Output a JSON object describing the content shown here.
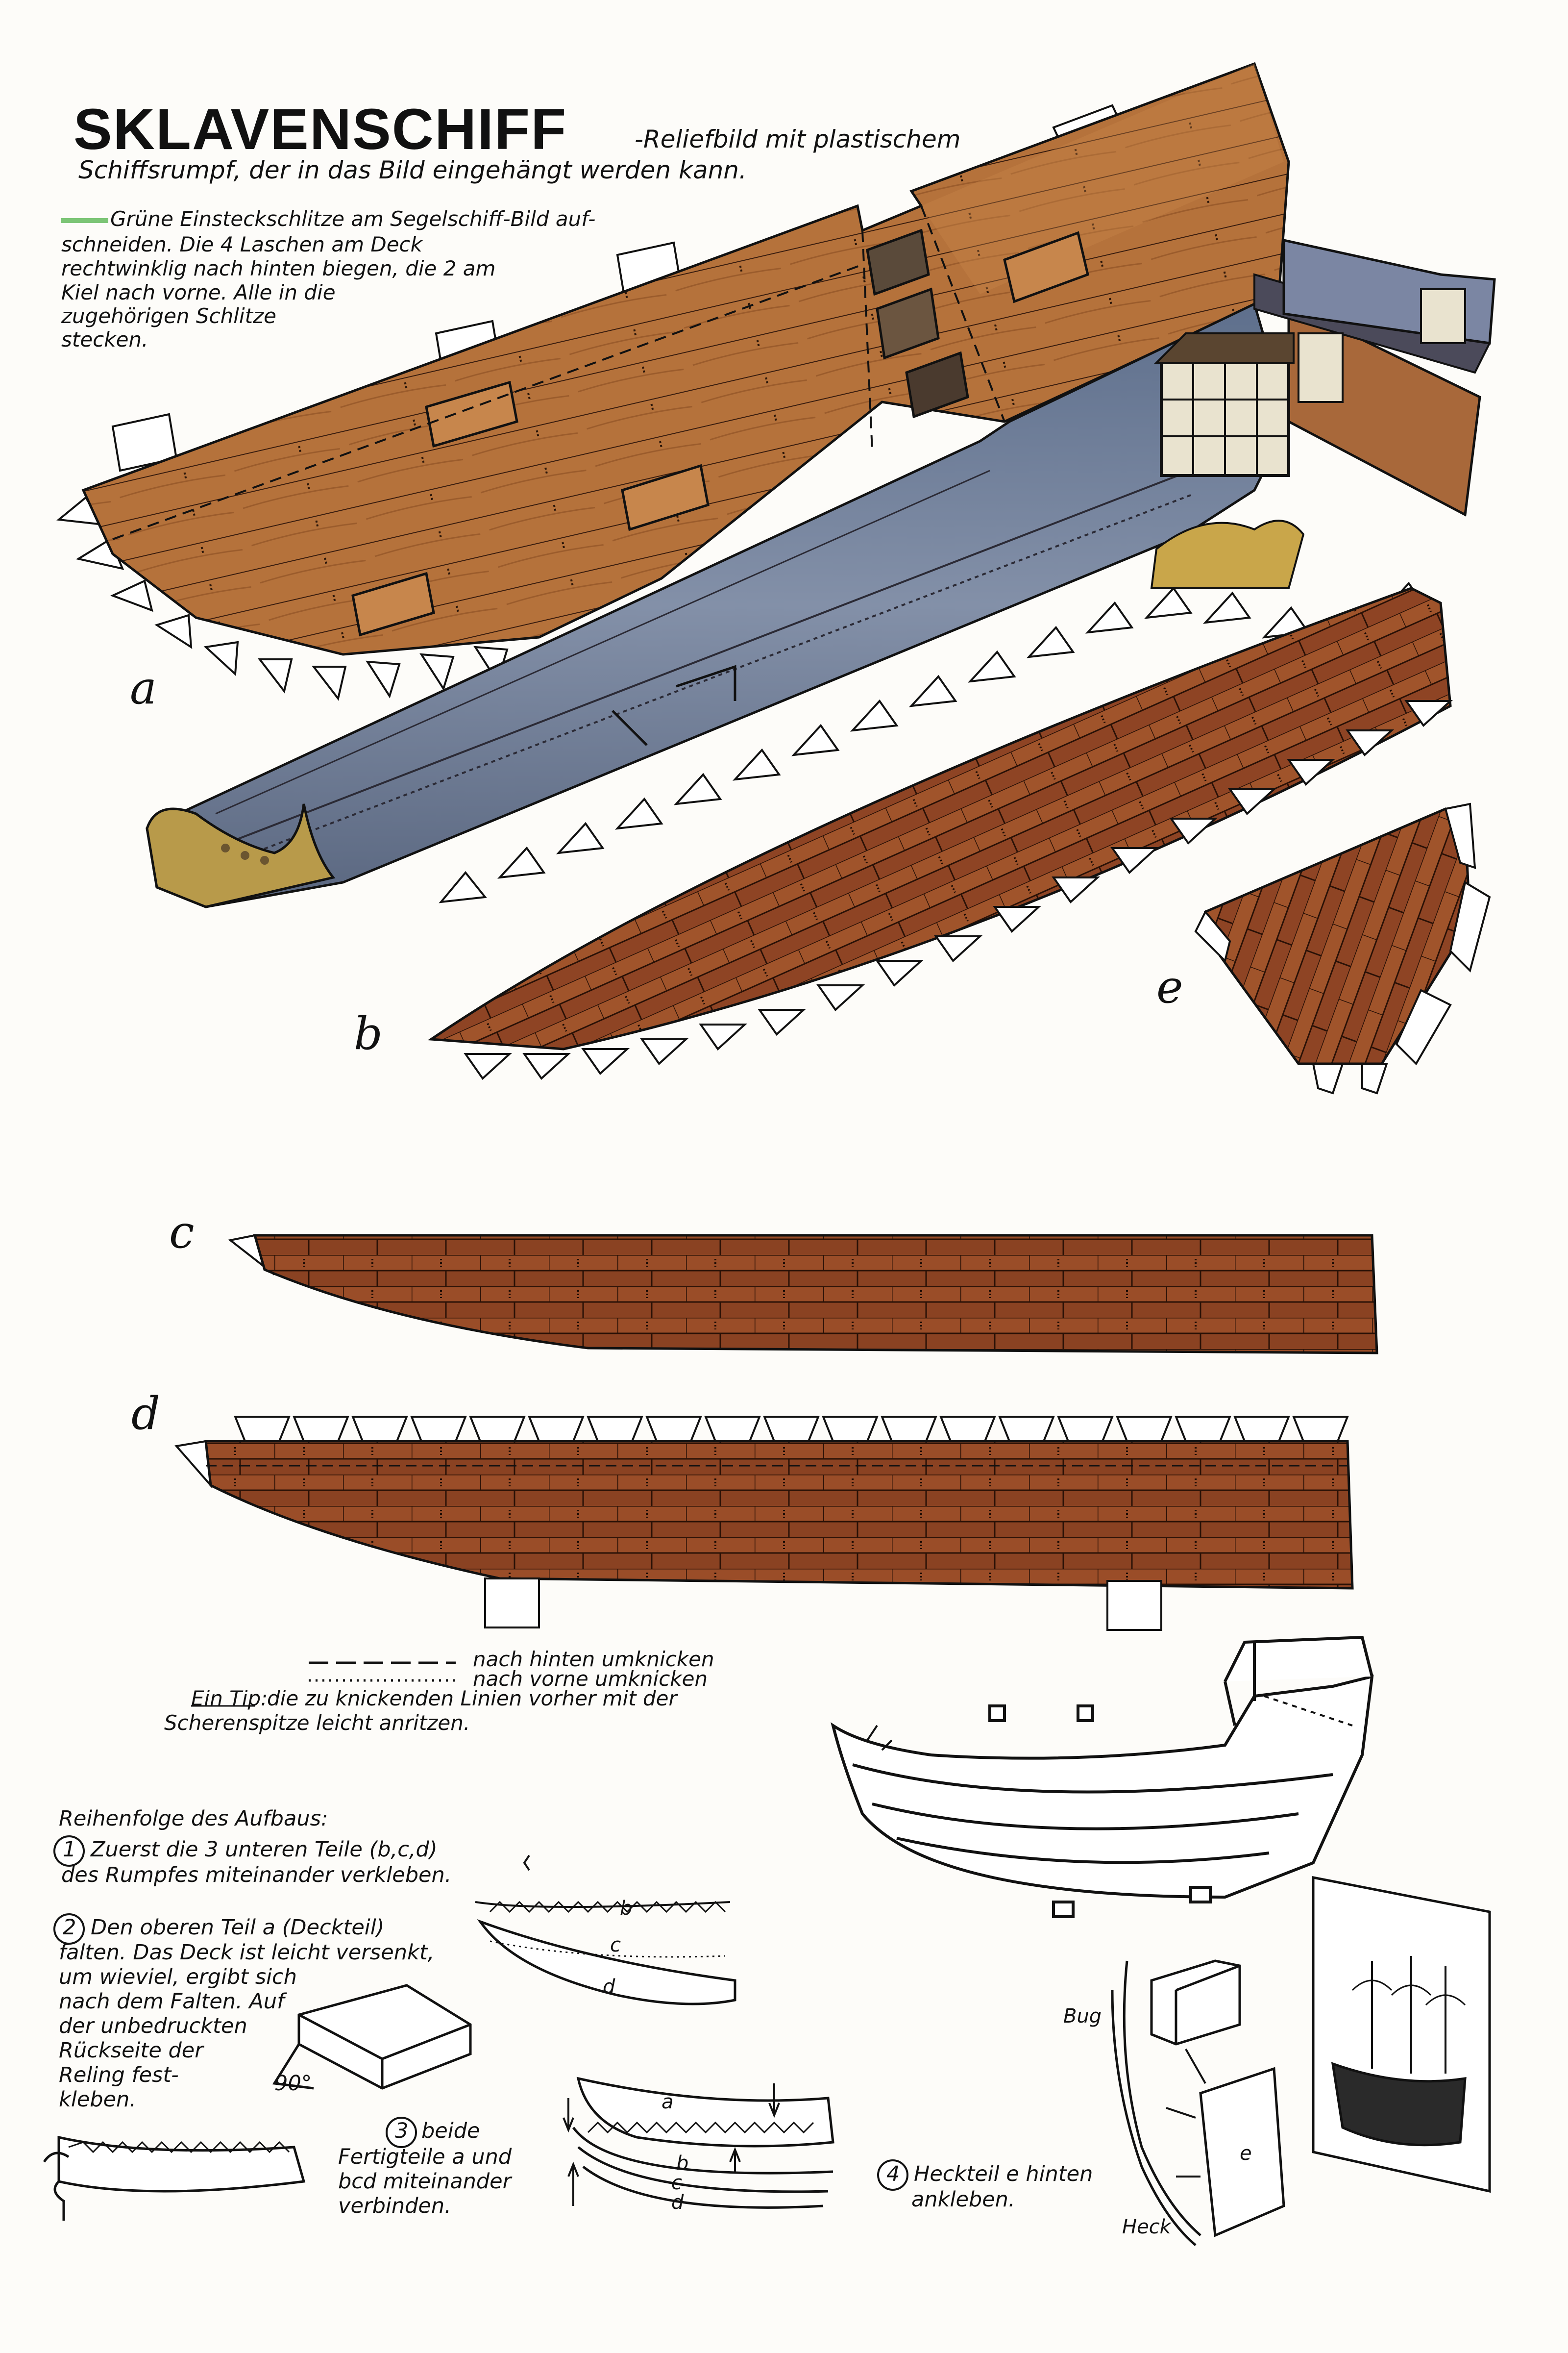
{
  "header": {
    "title": "SKLAVENSCHIFF",
    "subtitle_line1": "-Reliefbild mit plastischem",
    "subtitle_line2": "Schiffsrumpf, der in das Bild eingehängt werden kann."
  },
  "instructions": {
    "lines": [
      "Grüne Einsteckschlitze am Segelschiff-Bild auf-",
      "schneiden. Die 4 Laschen am Deck",
      "rechtwinklig nach hinten biegen, die 2 am",
      "Kiel nach vorne. Alle in die",
      "zugehörigen Schlitze",
      "stecken."
    ]
  },
  "parts": {
    "a": "a",
    "b": "b",
    "c": "c",
    "d": "d",
    "e": "e"
  },
  "legend": {
    "dashed": "nach hinten umknicken",
    "dotted": "nach vorne umknicken",
    "tip_label": "Ein Tip:",
    "tip_line1": "die zu knickenden Linien vorher mit der",
    "tip_line2": "Scherenspitze leicht anritzen."
  },
  "assembly": {
    "heading": "Reihenfolge des Aufbaus:",
    "step1": [
      "Zuerst die 3 unteren Teile (b,c,d)",
      "des Rumpfes miteinander verkleben."
    ],
    "step2": [
      "Den oberen Teil a (Deckteil)",
      "falten. Das Deck ist leicht versenkt,",
      "um wieviel, ergibt sich",
      "nach dem Falten. Auf",
      "der unbedruckten",
      "Rückseite der",
      "Reling fest-",
      "kleben."
    ],
    "step3": [
      "beide",
      "Fertigteile a und",
      "bcd miteinander",
      "verbinden."
    ],
    "step4": [
      "Heckteil e hinten",
      "ankleben."
    ],
    "step_numbers": [
      "1",
      "2",
      "3",
      "4"
    ],
    "angle_label": "90°",
    "diagram_labels": {
      "b": "b",
      "c": "c",
      "d": "d",
      "a2": "a",
      "b2": "b",
      "c2": "c",
      "d2": "d",
      "bug": "Bug",
      "heck": "Heck",
      "e": "e"
    }
  },
  "colors": {
    "wood": "#b8743c",
    "wood_dark": "#7a3d1f",
    "plank_line": "#3a1d0e",
    "hull_blue": "#6f7f99",
    "gold": "#c9a64a",
    "tab_fill": "#ffffff",
    "slot_green": "#7cc576"
  }
}
